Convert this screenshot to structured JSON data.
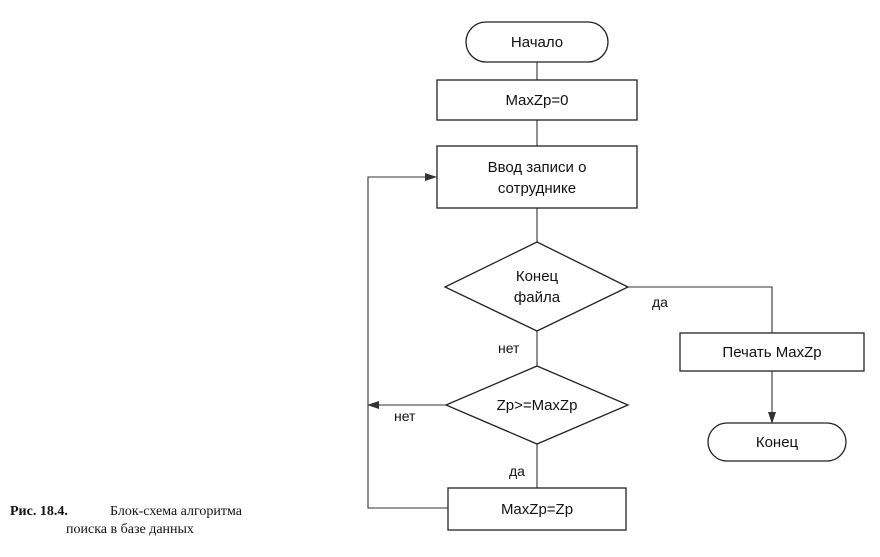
{
  "nodes": {
    "start": "Начало",
    "init": "MaxZp=0",
    "input_line1": "Ввод записи о",
    "input_line2": "сотруднике",
    "eof_line1": "Конец",
    "eof_line2": "файла",
    "compare": "Zp>=MaxZp",
    "assign": "MaxZp=Zp",
    "print": "Печать MaxZp",
    "end": "Конец"
  },
  "edges": {
    "eof_yes": "да",
    "eof_no": "нет",
    "compare_no": "нет",
    "compare_yes": "да"
  },
  "caption": {
    "label": "Рис. 18.4.",
    "line1": "Блок-схема алгоритма",
    "line2": "поиска в базе данных"
  }
}
